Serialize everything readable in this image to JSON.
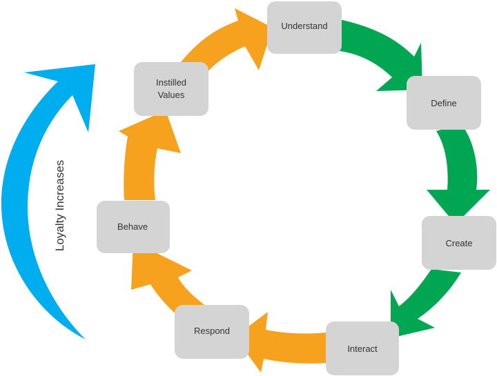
{
  "diagram": {
    "stages": [
      {
        "id": "understand",
        "label": "Understand"
      },
      {
        "id": "define",
        "label": "Define"
      },
      {
        "id": "create",
        "label": "Create"
      },
      {
        "id": "interact",
        "label": "Interact"
      },
      {
        "id": "respond",
        "label": "Respond"
      },
      {
        "id": "behave",
        "label": "Behave"
      },
      {
        "id": "instilled-values",
        "label_line1": "Instilled",
        "label_line2": "Values"
      }
    ],
    "side_label": "Loyalty Increases",
    "colors": {
      "green_arrow": "#00a651",
      "orange_arrow": "#f7a21e",
      "blue_arrow": "#00aeef",
      "node_fill": "#d4d4d4",
      "node_text": "#333333"
    }
  }
}
